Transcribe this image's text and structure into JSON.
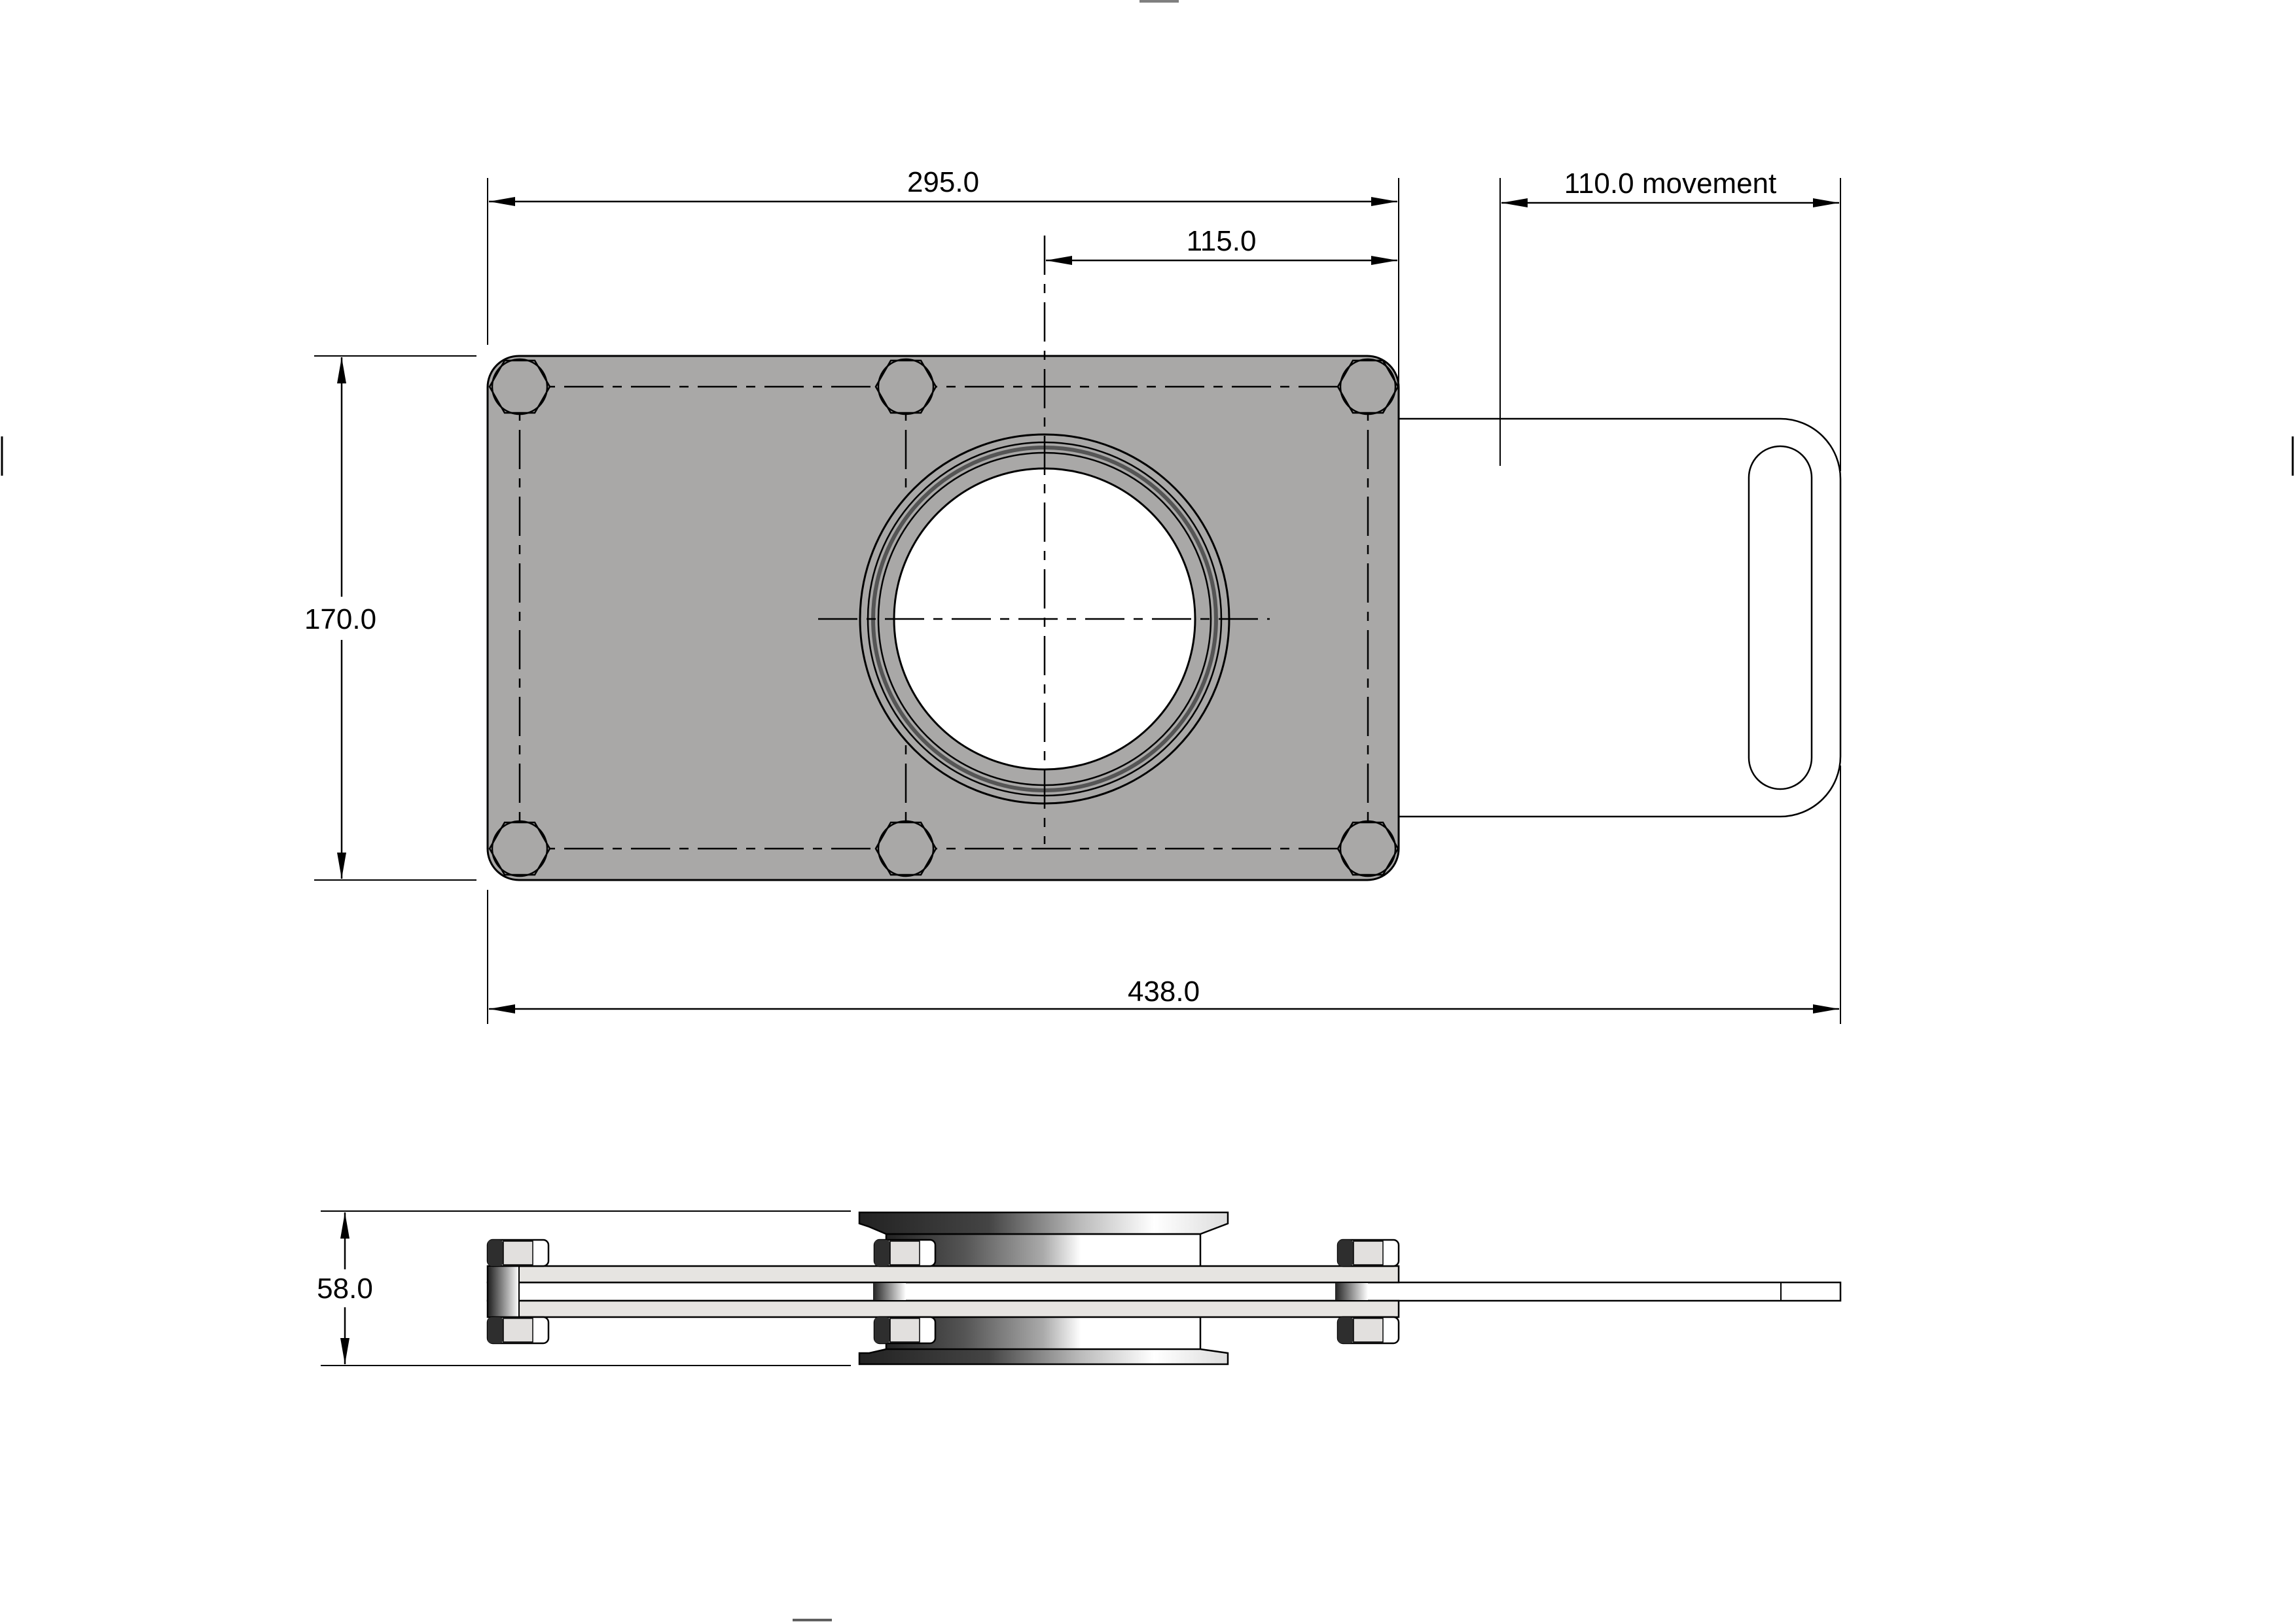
{
  "drawing": {
    "title": "Knife gate valve - dimensioned drawing",
    "views": [
      "top-view",
      "side-view"
    ],
    "units": "mm"
  },
  "dimensions": {
    "plate_width": "295.0",
    "bore_offset": "115.0",
    "handle_movement": "110.0 movement",
    "plate_height": "170.0",
    "overall_length": "438.0",
    "overall_thickness": "58.0"
  },
  "colors": {
    "plate_fill": "#a9a8a7",
    "side_plate_fill": "#e6e4e1",
    "nut_dark": "#2e2e2e",
    "nut_light": "#e2e0de",
    "line": "#000000",
    "margin_mark": "#808080"
  },
  "features": {
    "bolt_count_top_view": 6,
    "bore": "circular opening with flange rings",
    "handle": "slotted sliding gate handle"
  }
}
